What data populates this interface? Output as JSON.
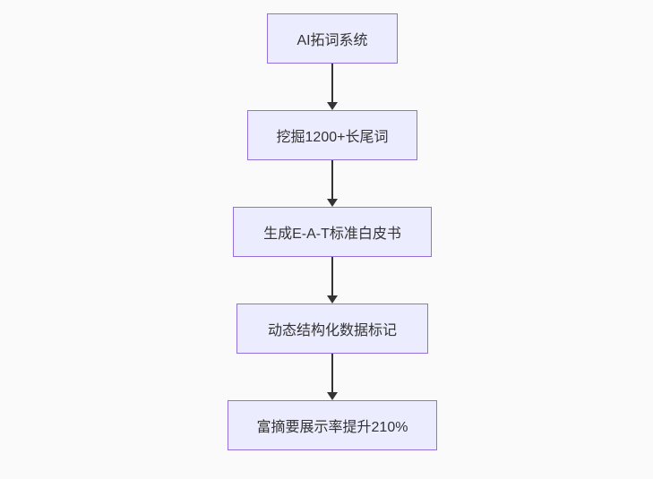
{
  "flowchart": {
    "type": "vertical-flowchart",
    "nodes": [
      {
        "id": "A",
        "label": "AI拓词系统"
      },
      {
        "id": "B",
        "label": "挖掘1200+长尾词"
      },
      {
        "id": "C",
        "label": "生成E-A-T标准白皮书"
      },
      {
        "id": "D",
        "label": "动态结构化数据标记"
      },
      {
        "id": "E",
        "label": "富摘要展示率提升210%"
      }
    ],
    "edges": [
      {
        "from": "A",
        "to": "B"
      },
      {
        "from": "B",
        "to": "C"
      },
      {
        "from": "C",
        "to": "D"
      },
      {
        "from": "D",
        "to": "E"
      }
    ],
    "colors": {
      "background": "#FAFAFA",
      "node_fill": "#ECECFF",
      "node_border": "#9370DB",
      "text": "#333333",
      "arrow": "#333333"
    }
  }
}
